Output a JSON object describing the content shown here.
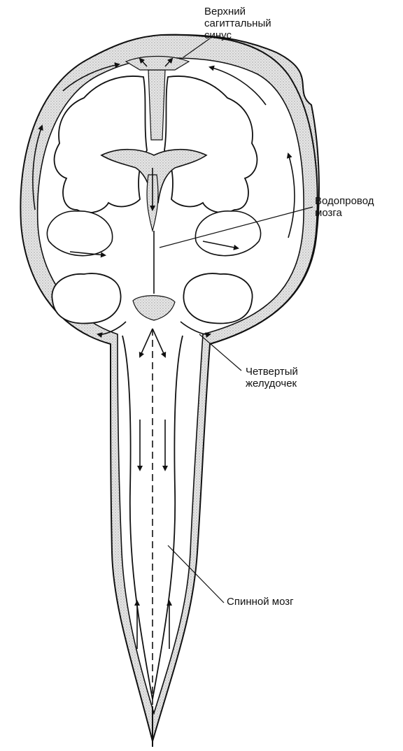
{
  "labels": {
    "superior_sagittal_sinus": [
      "Верхний",
      "сагиттальный",
      "синус"
    ],
    "cerebral_aqueduct": [
      "Водопровод",
      "мозга"
    ],
    "fourth_ventricle": [
      "Четвертый",
      "желудочек"
    ],
    "spinal_cord": [
      "Спинной мозг"
    ]
  },
  "colors": {
    "ink": "#111111",
    "csf_space": "#cfcfcf",
    "background": "#ffffff"
  }
}
